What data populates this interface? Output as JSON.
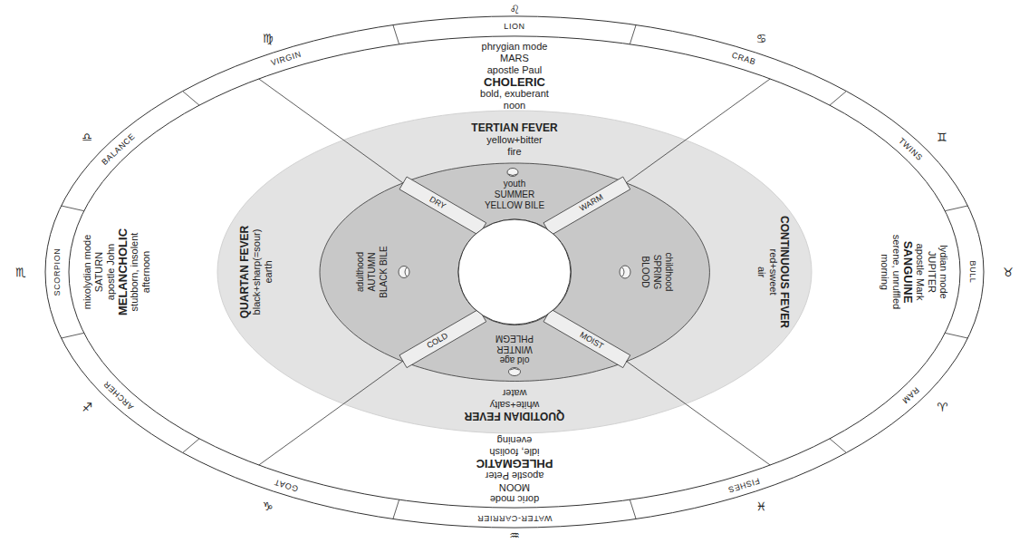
{
  "diagram": {
    "nodes": [
      {
        "text": [
          "LION",
          "CRAB",
          "TWINS",
          "BULL",
          "RAM",
          "FISHES",
          "WATER-CARRIER",
          "GOAT",
          "ARCHER",
          "SCORPION",
          "BALANCE",
          "VIRGIN"
        ]
      },
      {
        "text": [
          "TERTIAN FEVER",
          "yellow+bitter",
          "fire",
          "CONTINUOUS FEVER",
          "red+sweet",
          "air",
          "QUOTIDIAN FEVER",
          "white+salty",
          "water",
          "QUARTAN FEVER",
          "black+sharp(=sour)",
          "earth"
        ],
        "in": 0
      },
      {
        "text": [
          "youth",
          "SUMMER",
          "YELLOW BILE"
        ],
        "in": 1
      },
      {
        "text": [
          "childhood",
          "SPRING",
          "BLOOD"
        ],
        "in": 1
      },
      {
        "text": [
          "old age",
          "WINTER",
          "PHLEGM"
        ],
        "in": 1
      },
      {
        "text": [
          "adulthood",
          "AUTUMN",
          "BLACK BILE"
        ],
        "in": 1
      },
      {
        "text": [
          "DRY"
        ],
        "in": 1
      },
      {
        "text": [
          "WARM"
        ],
        "in": 1
      },
      {
        "text": [
          "MOIST"
        ],
        "in": 1
      },
      {
        "text": [
          "COLD"
        ],
        "in": 1
      }
    ],
    "labels": [
      "phrygian mode",
      "MARS",
      "apostle Paul",
      "CHOLERIC",
      "bold, exuberant",
      "noon",
      "lydian mode",
      "JUPITER",
      "apostle Mark",
      "SANGUINE",
      "serene, unruffled",
      "morning",
      "doric mode",
      "MOON",
      "apostle Peter",
      "PHLEGMATIC",
      "idle, foolish",
      "evening",
      "mixolydian mode",
      "SATURN",
      "apostle John",
      "MELANCHOLIC",
      "stubborn, insolent",
      "afternoon",
      "♌",
      "♋",
      "♊",
      "♉",
      "♈",
      "♓",
      "♒",
      "♑",
      "♐",
      "♏",
      "♎",
      "♍"
    ]
  }
}
